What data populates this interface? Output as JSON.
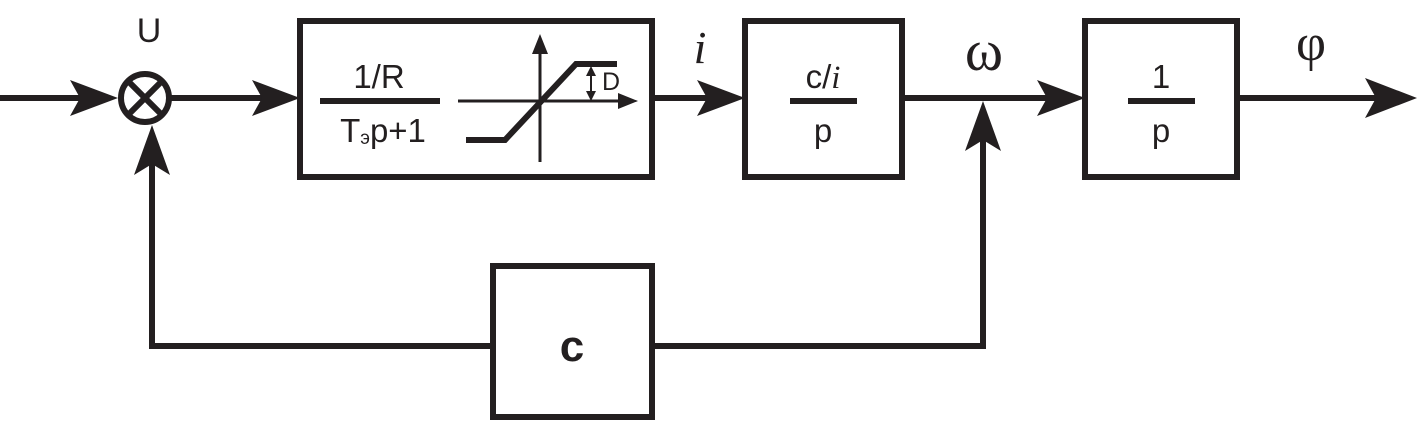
{
  "input_label": "U",
  "block1": {
    "numerator": "1/R",
    "denominator_T": "T",
    "denominator_sub": "э",
    "denominator_rest": "p+1",
    "saturation_label": "D"
  },
  "signal_i": "i",
  "block2": {
    "numerator_c": "c/",
    "numerator_i": "i",
    "denominator": "p"
  },
  "signal_omega": "ω",
  "block3": {
    "numerator": "1",
    "denominator": "p"
  },
  "signal_phi": "φ",
  "feedback_block": {
    "label": "c"
  },
  "colors": {
    "stroke": "#231f20",
    "background": "#ffffff"
  }
}
